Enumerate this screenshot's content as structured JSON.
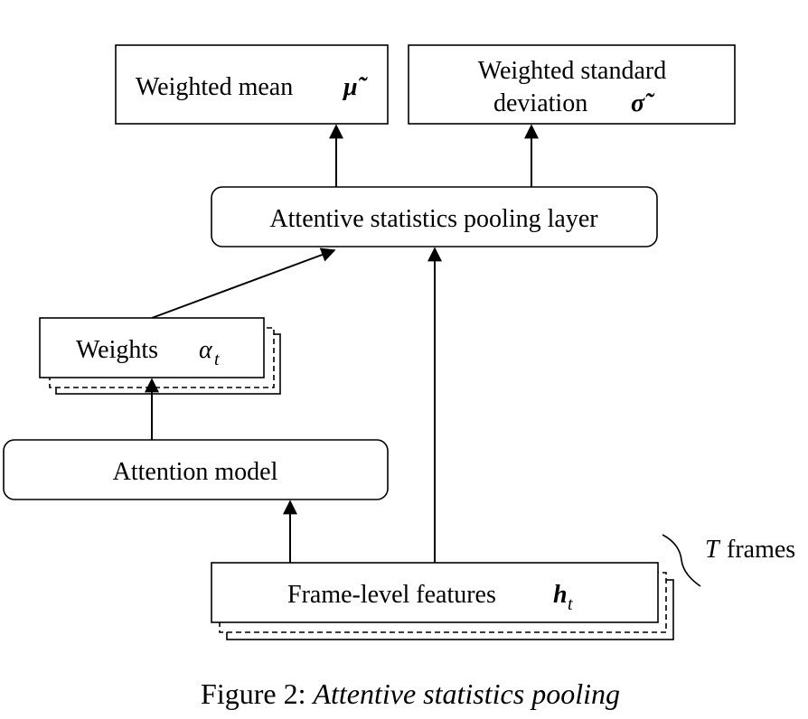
{
  "boxes": {
    "weighted_mean": {
      "label": "Weighted mean",
      "symbol": "μ̃"
    },
    "weighted_std": {
      "label_line1": "Weighted standard",
      "label_line2": "deviation",
      "symbol": "σ̃"
    },
    "pooling_layer": {
      "label": "Attentive statistics pooling layer"
    },
    "weights": {
      "label": "Weights",
      "symbol": "α",
      "subscript": "t"
    },
    "attention_model": {
      "label": "Attention model"
    },
    "frame_features": {
      "label": "Frame-level features",
      "symbol": "h",
      "subscript": "t"
    }
  },
  "annotations": {
    "frames_symbol": "T",
    "frames_label": "frames"
  },
  "caption": {
    "prefix": "Figure 2:",
    "title": "Attentive statistics pooling"
  }
}
